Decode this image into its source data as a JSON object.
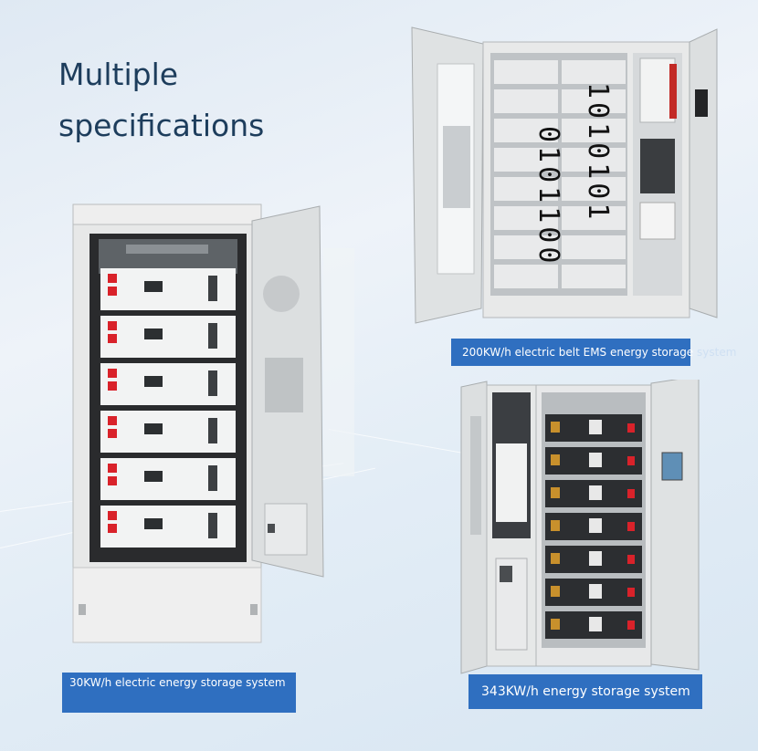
{
  "headline": "Multiple specifications",
  "products": [
    {
      "caption": "30KW/h electric energy storage system"
    },
    {
      "caption": "200KW/h electric belt EMS energy storage ",
      "caption_tail": "system"
    },
    {
      "caption": "343KW/h energy storage system"
    }
  ],
  "overlay_digits": {
    "line1": "0101100",
    "line2": "1010101"
  },
  "colors": {
    "caption_bg": "#2f6fc0",
    "headline": "#1d3d5c",
    "cabinet": "#e4e6e6",
    "module_accent": "#d9222a"
  }
}
